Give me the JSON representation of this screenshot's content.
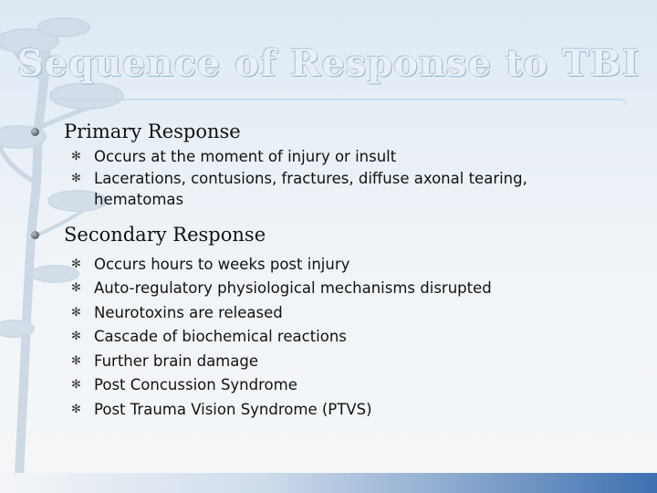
{
  "slide": {
    "title": "Sequence of Response to TBI",
    "sections": [
      {
        "heading": "Primary Response",
        "items": [
          "Occurs at the moment of injury or insult",
          "Lacerations, contusions, fractures, diffuse axonal tearing, hematomas"
        ]
      },
      {
        "heading": "Secondary Response",
        "items": [
          "Occurs hours to weeks post injury",
          "Auto-regulatory physiological mechanisms disrupted",
          "Neurotoxins are released",
          "Cascade of biochemical reactions",
          "Further brain damage",
          "Post Concussion Syndrome",
          "Post Trauma Vision Syndrome (PTVS)"
        ]
      }
    ]
  },
  "colors": {
    "background": "#eef3f7",
    "title_fill": "#e8eff6",
    "title_outline": "#9db4cc",
    "footer_accent": "#3d6fb0"
  },
  "icons": {
    "level1_bullet": "sphere-bullet-icon",
    "level2_bullet": "asterisk-bullet-icon"
  }
}
